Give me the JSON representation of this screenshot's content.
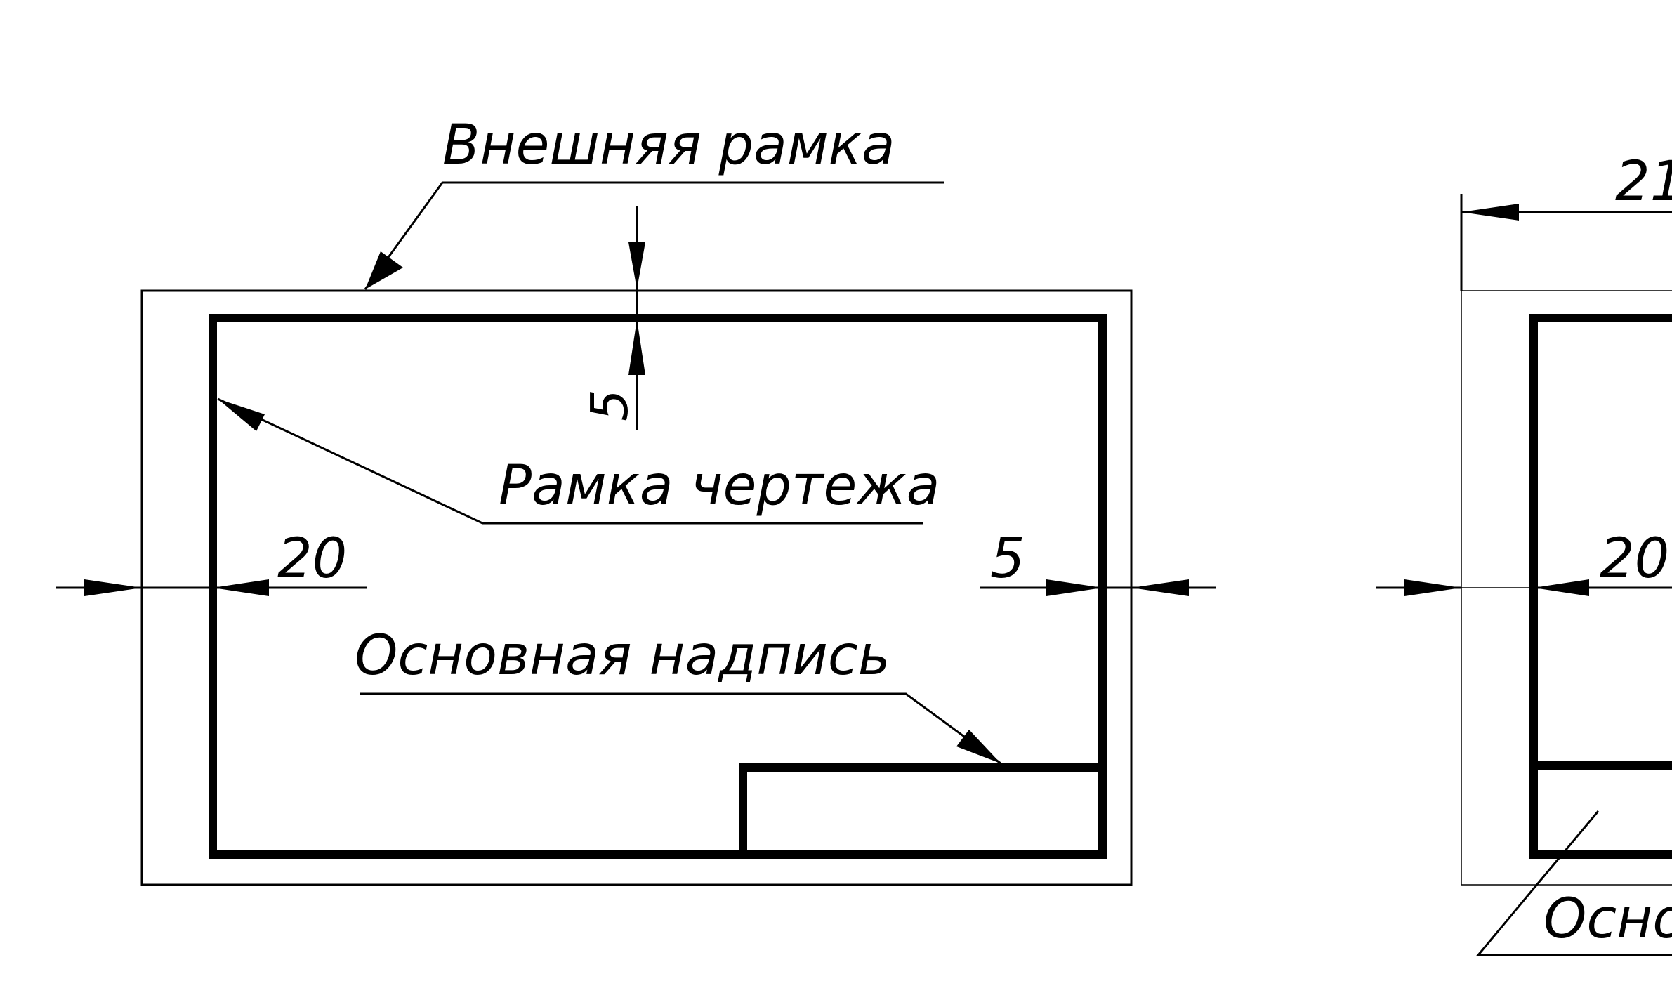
{
  "labels": {
    "outer_frame": "Внешняя рамка",
    "drawing_frame": "Рамка чертежа",
    "title_block": "Основная надпись",
    "dim_left": "20",
    "dim_right": "5",
    "dim_top": "5",
    "right_dim_left": "20",
    "right_dim_top": "21",
    "right_title_block": "Осно"
  },
  "colors": {
    "ink": "#000000",
    "paper": "#ffffff"
  }
}
